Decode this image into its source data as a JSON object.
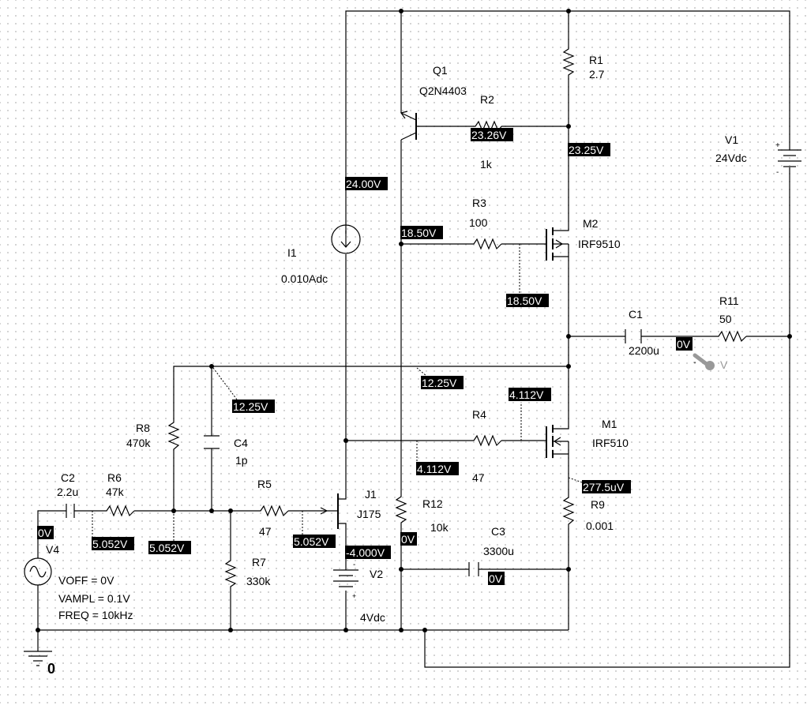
{
  "components": {
    "R1": {
      "name": "R1",
      "value": "2.7"
    },
    "R2": {
      "name": "R2",
      "value": "1k"
    },
    "R3": {
      "name": "R3",
      "value": "100"
    },
    "R4": {
      "name": "R4",
      "value": "47"
    },
    "R5": {
      "name": "R5",
      "value": "47"
    },
    "R6": {
      "name": "R6",
      "value": "47k"
    },
    "R7": {
      "name": "R7",
      "value": "330k"
    },
    "R8": {
      "name": "R8",
      "value": "470k"
    },
    "R9": {
      "name": "R9",
      "value": "0.001"
    },
    "R11": {
      "name": "R11",
      "value": "50"
    },
    "R12": {
      "name": "R12",
      "value": "10k"
    },
    "C1": {
      "name": "C1",
      "value": "2200u"
    },
    "C2": {
      "name": "C2",
      "value": "2.2u"
    },
    "C3": {
      "name": "C3",
      "value": "3300u"
    },
    "C4": {
      "name": "C4",
      "value": "1p"
    },
    "Q1": {
      "name": "Q1",
      "value": "Q2N4403"
    },
    "M1": {
      "name": "M1",
      "value": "IRF510"
    },
    "M2": {
      "name": "M2",
      "value": "IRF9510"
    },
    "J1": {
      "name": "J1",
      "value": "J175"
    },
    "I1": {
      "name": "I1",
      "value": "0.010Adc"
    },
    "V1": {
      "name": "V1",
      "value": "24Vdc"
    },
    "V2": {
      "name": "V2",
      "value": "4Vdc"
    },
    "V4": {
      "name": "V4",
      "voff": "VOFF = 0V",
      "vampl": "VAMPL = 0.1V",
      "freq": "FREQ = 10kHz"
    }
  },
  "ground_label": "0",
  "probe_label": "V",
  "voltage_tags": {
    "q1_base": "23.26V",
    "r1_bottom": "23.25V",
    "top_rail": "24.00V",
    "q1_collector": "18.50V",
    "m2_gate": "18.50V",
    "c4_node": "12.25V",
    "output_node": "12.25V",
    "m1_gate": "4.112V",
    "m1_gate_node": "4.112V",
    "r9_top": "277.5uV",
    "c2_right": "5.052V",
    "r8_bottom": "5.052V",
    "j1_gate": "5.052V",
    "v2_top": "-4.000V",
    "v4_top": "0V",
    "r12_node": "0V",
    "c3_right": "0V",
    "load_node": "0V"
  }
}
